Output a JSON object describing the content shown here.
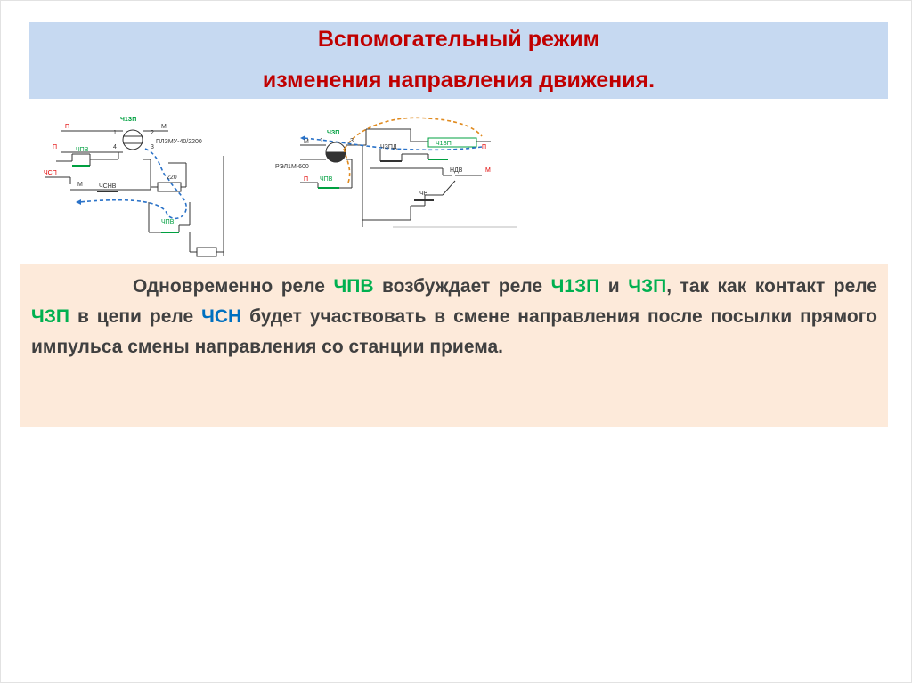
{
  "title": {
    "line1": "Вспомогательный режим",
    "line2": "изменения направления движения."
  },
  "diagram_left": {
    "relay_top": "Ч1ЗП",
    "relay_type": "ПЛЗМУ-40/2200",
    "pin_1": "1",
    "pin_2": "2",
    "pin_3": "3",
    "pin_4": "4",
    "wire_p1": "П",
    "wire_m1": "М",
    "wire_p2": "П",
    "contact_chpv": "ЧПВ",
    "wire_chsp": "ЧСП",
    "wire_m2": "М",
    "contact_chsnv": "ЧСНВ",
    "resistor_220": "220",
    "contact_chpv_bottom": "ЧПВ"
  },
  "diagram_right": {
    "relay_top": "ЧЗП",
    "relay_type": "РЭЛ1М-600",
    "contact_chzpd": "ЧЗПД",
    "contact_chzp": "Ч1ЗП",
    "contact_ndv": "НДВ",
    "contact_chv": "ЧВ",
    "contact_chpv": "ЧПВ",
    "wire_m": "М",
    "wire_p": "П",
    "wire_p2": "П",
    "wire_m2": "М",
    "pin_1": "1",
    "pin_3": "3"
  },
  "body": {
    "t1": "Одновременно реле ",
    "h1": "ЧПВ",
    "t2": " возбуждает реле ",
    "h2": "Ч1ЗП",
    "t3": " и ",
    "h3": "ЧЗП",
    "t4": ", так как контакт реле ",
    "h4": "ЧЗП",
    "t5": " в цепи реле ",
    "h5": "ЧСН",
    "t6": " будет участвовать в смене направления после посылки прямого импульса смены направления со станции приема."
  },
  "colors": {
    "title_text": "#c00000",
    "title_bg": "#c6d9f1",
    "text_bg": "#fdeada",
    "highlight_green": "#00b050",
    "highlight_blue": "#0070c0"
  }
}
